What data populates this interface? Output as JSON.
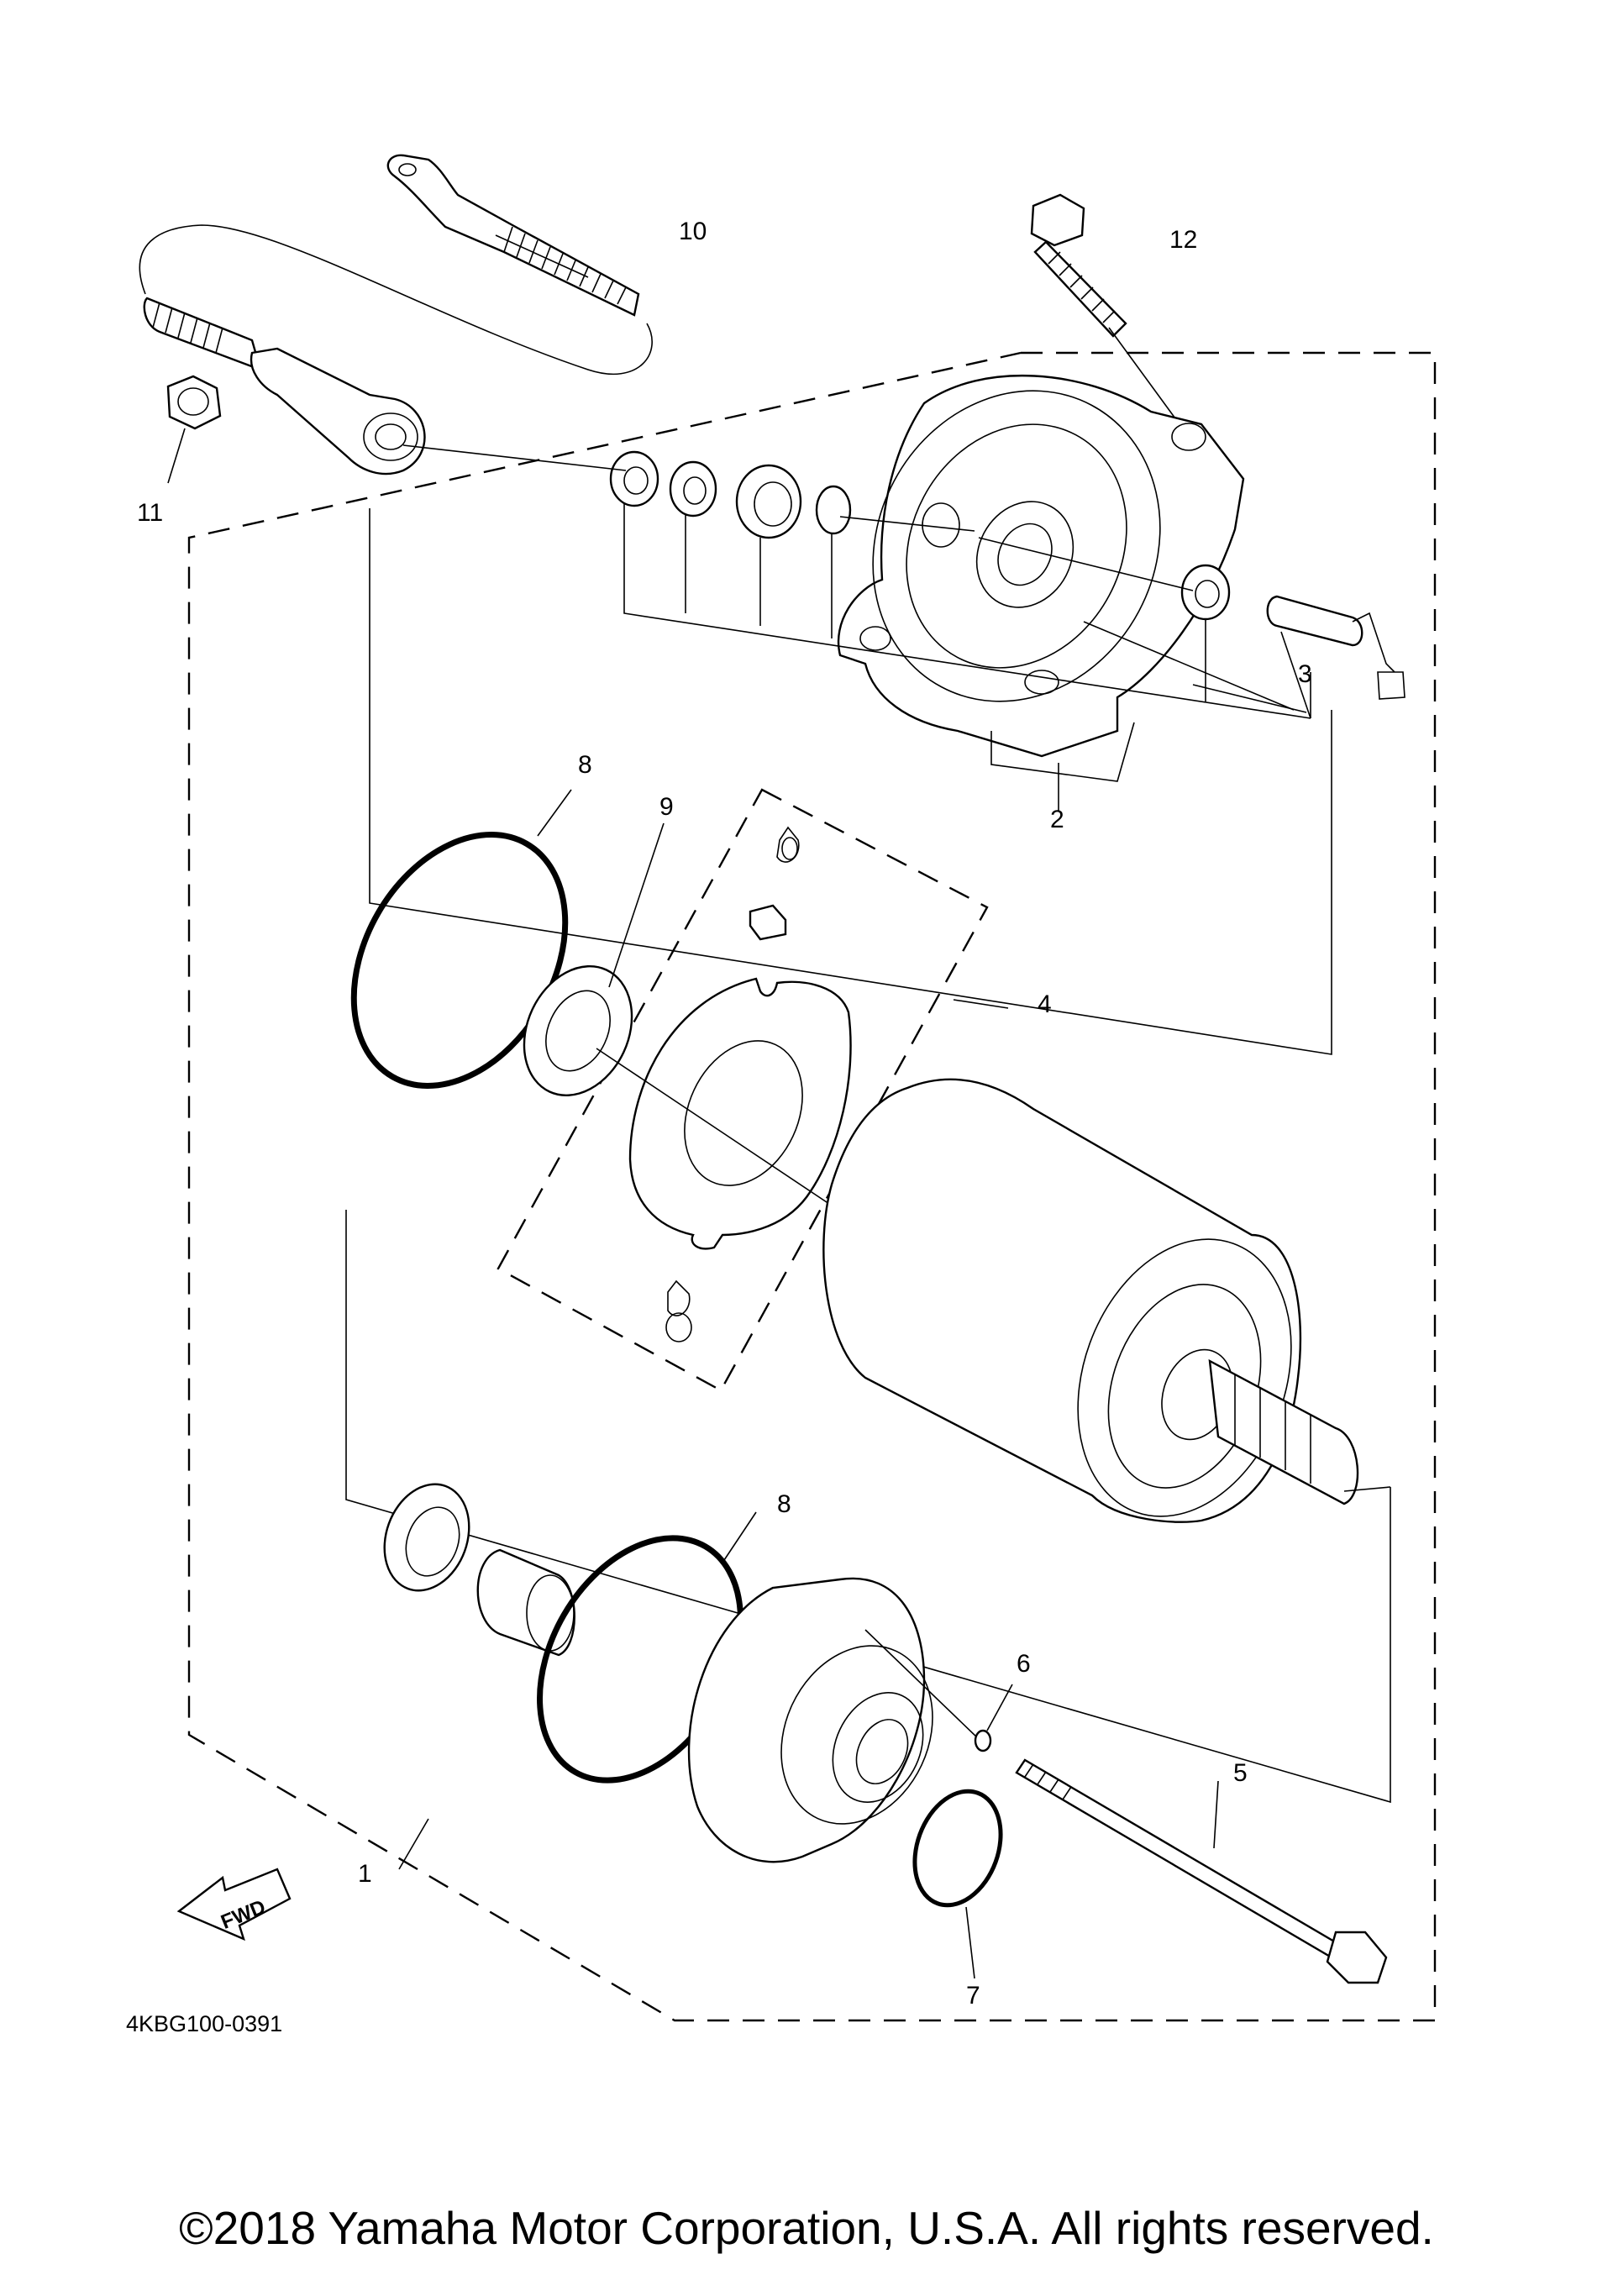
{
  "callouts": {
    "c1": "1",
    "c2": "2",
    "c3": "3",
    "c4": "4",
    "c5": "5",
    "c6": "6",
    "c7": "7",
    "c8a": "8",
    "c8b": "8",
    "c9": "9",
    "c10": "10",
    "c11": "11",
    "c12": "12"
  },
  "fwd_label": "FWD",
  "diagram_code": "4KBG100-0391",
  "copyright": "©2018 Yamaha Motor Corporation, U.S.A. All rights reserved.",
  "colors": {
    "ink": "#000000",
    "paper": "#ffffff"
  }
}
